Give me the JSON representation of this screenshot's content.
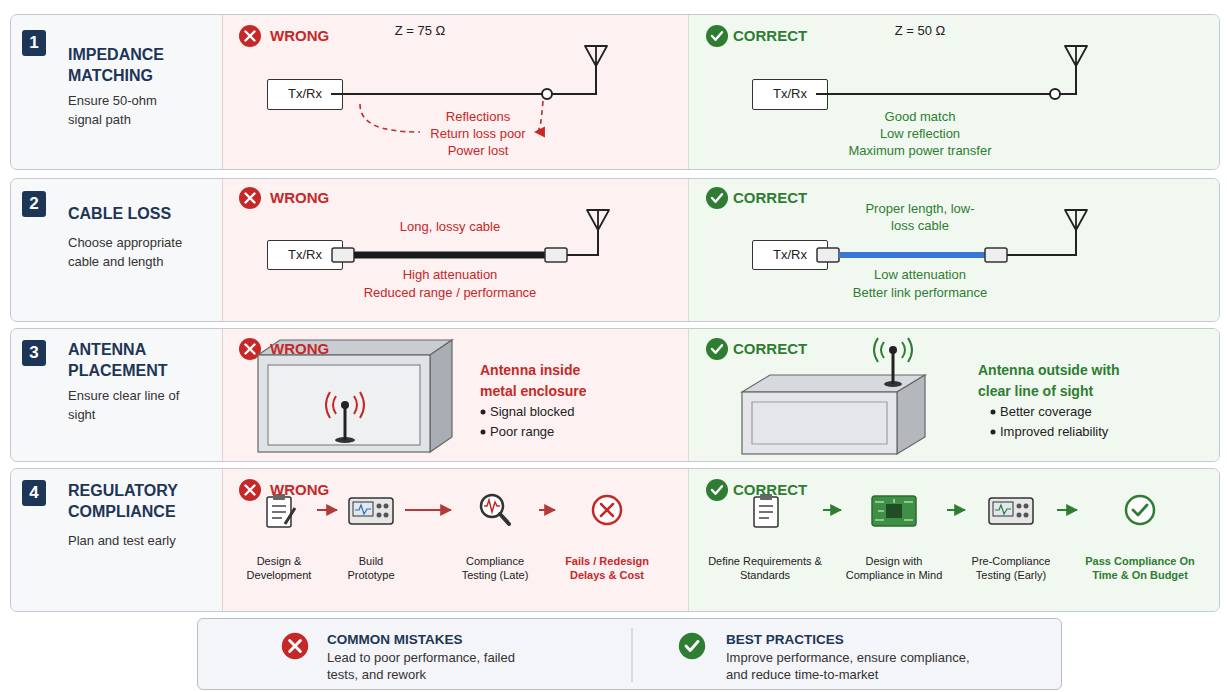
{
  "diagram": {
    "nodes": [
      {
        "text": [
          "IMPEDANCE MATCHING",
          "Ensure 50-ohm signal path"
        ]
      },
      {
        "text": [
          "1"
        ],
        "in": 0
      },
      {
        "text": [
          "WRONG"
        ],
        "in": 0
      },
      {
        "text": [
          "Tx/Rx"
        ],
        "in": 2
      },
      {
        "text": [
          "CORRECT"
        ],
        "in": 0
      },
      {
        "text": [
          "Tx/Rx"
        ],
        "in": 4
      },
      {
        "text": [
          "CABLE LOSS",
          "Choose appropriate cable and length"
        ]
      },
      {
        "text": [
          "2"
        ],
        "in": 6
      },
      {
        "text": [
          "WRONG"
        ],
        "in": 6
      },
      {
        "text": [
          "Tx/Rx"
        ],
        "in": 8
      },
      {
        "text": [
          "CORRECT"
        ],
        "in": 6
      },
      {
        "text": [
          "Tx/Rx"
        ],
        "in": 10
      },
      {
        "text": [
          "ANTENNA PLACEMENT",
          "Ensure clear line of sight"
        ]
      },
      {
        "text": [
          "3"
        ],
        "in": 12
      },
      {
        "text": [
          "WRONG"
        ],
        "in": 12
      },
      {
        "text": [
          "CORRECT"
        ],
        "in": 12
      },
      {
        "text": [
          "REGULATORY COMPLIANCE",
          "Plan and test early"
        ]
      },
      {
        "text": [
          "4"
        ],
        "in": 16
      },
      {
        "text": [
          "WRONG"
        ],
        "in": 16
      },
      {
        "text": [
          "Design & Development"
        ],
        "in": 18
      },
      {
        "text": [
          "Build Prototype"
        ],
        "in": 18
      },
      {
        "text": [
          "Compliance Testing (Late)"
        ],
        "in": 18
      },
      {
        "text": [
          "Fails / Redesign Delays & Cost"
        ],
        "in": 18
      },
      {
        "text": [
          "CORRECT"
        ],
        "in": 16
      },
      {
        "text": [
          "Define Requirements & Standards"
        ],
        "in": 23
      },
      {
        "text": [
          "Design with Compliance in Mind"
        ],
        "in": 23
      },
      {
        "text": [
          "Pre-Compliance Testing (Early)"
        ],
        "in": 23
      },
      {
        "text": [
          "Pass Compliance On Time & On Budget"
        ],
        "in": 23
      },
      {
        "text": [
          "COMMON MISTAKES",
          "Lead to poor performance, failed tests, and rework"
        ]
      },
      {
        "text": [
          "BEST PRACTICES",
          "Improve performance, ensure compliance, and reduce time-to-market"
        ]
      }
    ],
    "edges": [
      {
        "from": 19,
        "to": 20,
        "arrow": "to"
      },
      {
        "from": 20,
        "to": 21,
        "arrow": "to"
      },
      {
        "from": 21,
        "to": 22,
        "arrow": "to"
      },
      {
        "from": 24,
        "to": 25,
        "arrow": "to"
      },
      {
        "from": 25,
        "to": 26,
        "arrow": "to"
      },
      {
        "from": 26,
        "to": 27,
        "arrow": "to"
      }
    ],
    "labels": [
      "Z = 75 Ω",
      "Reflections",
      "Return loss poor",
      "Power lost",
      "Z = 50 Ω",
      "Good match",
      "Low reflection",
      "Maximum power transfer",
      "Long, lossy cable",
      "High attenuation",
      "Reduced range / performance",
      "Proper length, low-loss cable",
      "Low attenuation",
      "Better link performance",
      "Antenna inside metal enclosure",
      "Signal blocked",
      "Poor range",
      "Antenna outside with clear line of sight",
      "Better coverage",
      "Improved reliability"
    ]
  }
}
